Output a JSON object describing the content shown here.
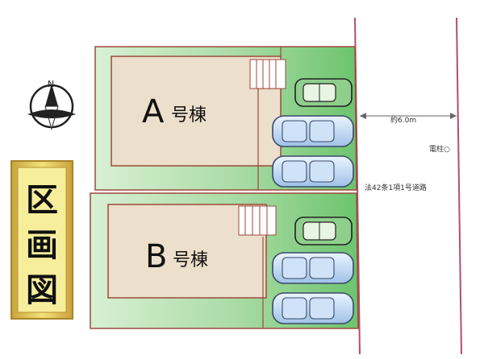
{
  "title": {
    "chars": [
      "区",
      "画",
      "図"
    ]
  },
  "compass": {
    "north_label": "N"
  },
  "lots": [
    {
      "id": "A",
      "letter": "A",
      "suffix": "号棟"
    },
    {
      "id": "B",
      "letter": "B",
      "suffix": "号棟"
    }
  ],
  "road": {
    "width_label": "約6.0m",
    "pole_label": "電柱○",
    "classification": "法42条1項1号道路"
  },
  "colors": {
    "land_green": "#8fd18e",
    "land_green_light": "#cdebc8",
    "house_fill": "#ecdfcb",
    "lot_border": "#9b4a3a",
    "road_line": "#b0506a",
    "title_gold": "#e6cf5a"
  }
}
